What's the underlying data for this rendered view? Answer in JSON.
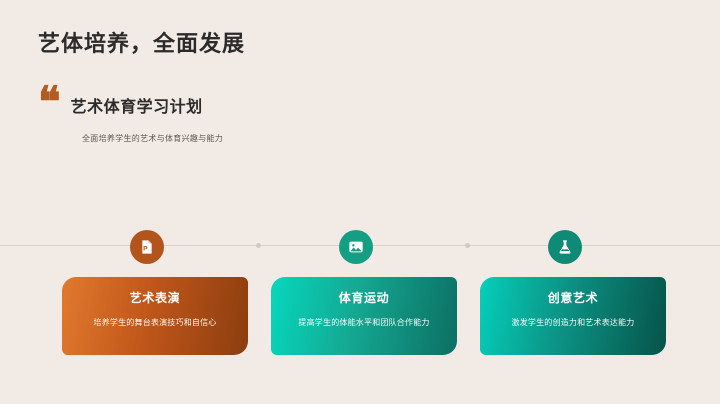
{
  "slide": {
    "background_color": "#f2ebe5",
    "title": "艺体培养，全面发展",
    "quote_mark": "❝",
    "quote_heading": "艺术体育学习计划",
    "quote_subtitle": "全面培养学生的艺术与体育兴趣与能力",
    "accent_color": "#b35c22"
  },
  "timeline": {
    "line_color": "#ded2c9",
    "dot_color": "#d6c8bd",
    "markers": [
      {
        "icon": "powerpoint-file-icon",
        "color": "#b2541c"
      },
      {
        "icon": "image-photo-icon",
        "color": "#149e84"
      },
      {
        "icon": "flask-beaker-icon",
        "color": "#0e8a77"
      }
    ]
  },
  "cards": [
    {
      "title": "艺术表演",
      "description": "培养学生的舞台表演技巧和自信心",
      "gradient_from": "#e07a2e",
      "gradient_to": "#8c3d0f"
    },
    {
      "title": "体育运动",
      "description": "提高学生的体能水平和团队合作能力",
      "gradient_from": "#06d7bd",
      "gradient_to": "#0c6f63"
    },
    {
      "title": "创意艺术",
      "description": "激发学生的创造力和艺术表达能力",
      "gradient_from": "#04cfba",
      "gradient_to": "#065349"
    }
  ]
}
